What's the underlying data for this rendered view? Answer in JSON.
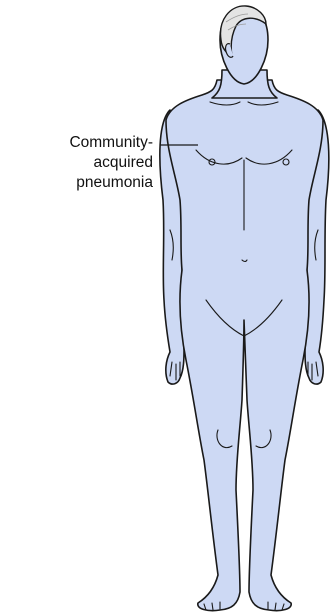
{
  "annotation": {
    "lines": [
      "Community-",
      "acquired",
      "pneumonia"
    ]
  },
  "colors": {
    "body_fill": "#cdd9f4",
    "outline": "#1a1a1a",
    "hair": "#e4e4e4",
    "background": "#ffffff"
  }
}
